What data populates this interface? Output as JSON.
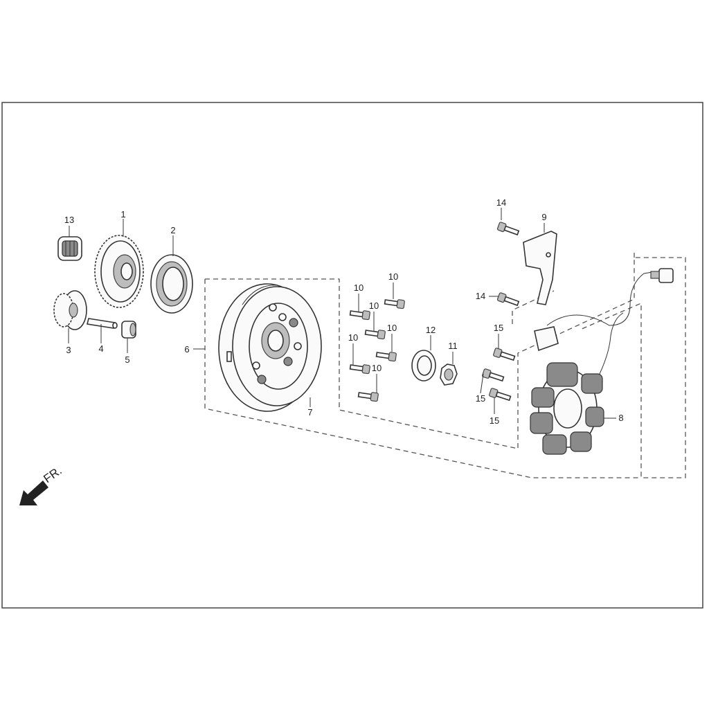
{
  "diagram": {
    "direction_label": "FR.",
    "callouts": [
      {
        "id": "c13",
        "text": "13"
      },
      {
        "id": "c1",
        "text": "1"
      },
      {
        "id": "c2",
        "text": "2"
      },
      {
        "id": "c3",
        "text": "3"
      },
      {
        "id": "c4",
        "text": "4"
      },
      {
        "id": "c5",
        "text": "5"
      },
      {
        "id": "c6",
        "text": "6"
      },
      {
        "id": "c7",
        "text": "7"
      },
      {
        "id": "c10a",
        "text": "10"
      },
      {
        "id": "c10b",
        "text": "10"
      },
      {
        "id": "c10c",
        "text": "10"
      },
      {
        "id": "c10d",
        "text": "10"
      },
      {
        "id": "c10e",
        "text": "10"
      },
      {
        "id": "c10f",
        "text": "10"
      },
      {
        "id": "c12",
        "text": "12"
      },
      {
        "id": "c11",
        "text": "11"
      },
      {
        "id": "c14a",
        "text": "14"
      },
      {
        "id": "c9",
        "text": "9"
      },
      {
        "id": "c14b",
        "text": "14"
      },
      {
        "id": "c15a",
        "text": "15"
      },
      {
        "id": "c15b",
        "text": "15"
      },
      {
        "id": "c15c",
        "text": "15"
      },
      {
        "id": "c8",
        "text": "8"
      }
    ]
  }
}
